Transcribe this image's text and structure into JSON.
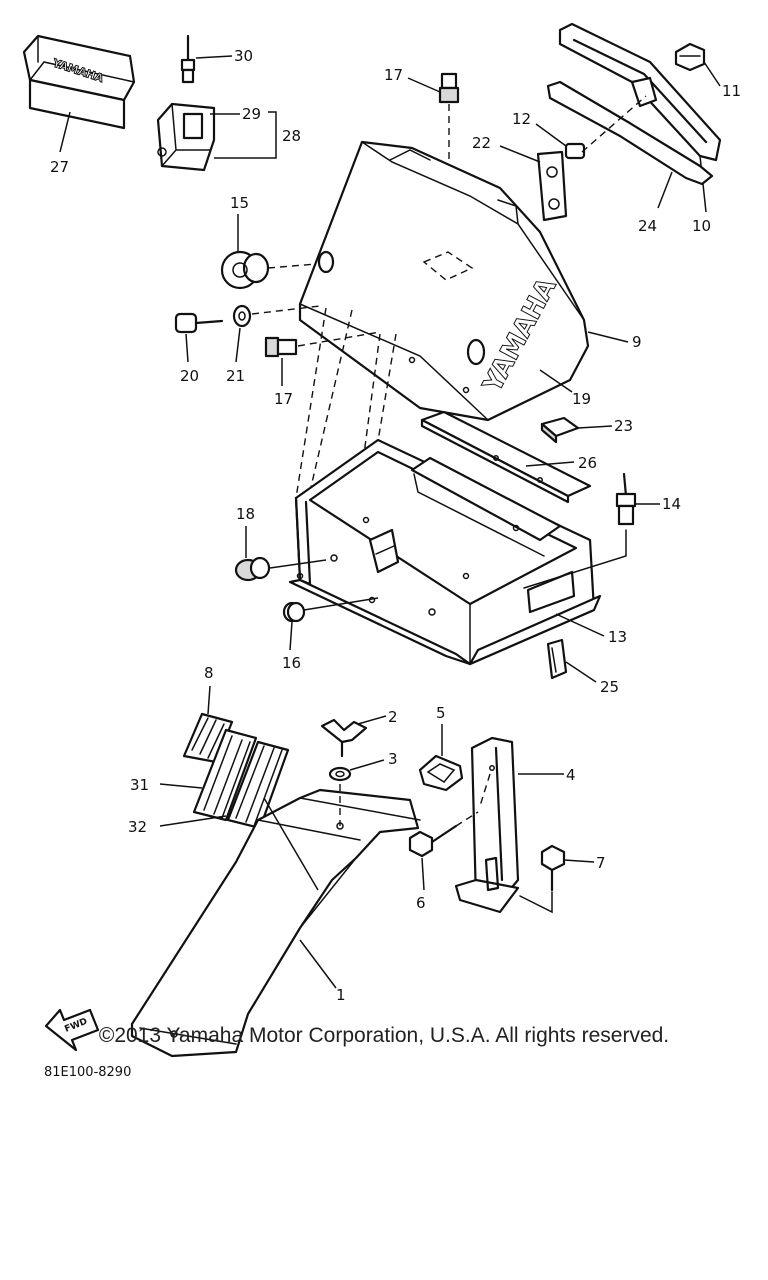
{
  "diagram": {
    "drawing_number": "81E100-8290",
    "brand_label": "YAMAHA",
    "fwd_label": "FWD",
    "callouts": {
      "c1": "1",
      "c2": "2",
      "c3": "3",
      "c4": "4",
      "c5": "5",
      "c6": "6",
      "c7": "7",
      "c8": "8",
      "c9": "9",
      "c10": "10",
      "c11": "11",
      "c12": "12",
      "c13": "13",
      "c14": "14",
      "c15": "15",
      "c16": "16",
      "c17a": "17",
      "c17b": "17",
      "c18": "18",
      "c19": "19",
      "c20": "20",
      "c21": "21",
      "c22": "22",
      "c23": "23",
      "c24": "24",
      "c25": "25",
      "c26": "26",
      "c27": "27",
      "c28": "28",
      "c29": "29",
      "c30": "30",
      "c31": "31",
      "c32": "32"
    }
  },
  "copyright": "©2013 Yamaha Motor Corporation, U.S.A. All rights reserved."
}
